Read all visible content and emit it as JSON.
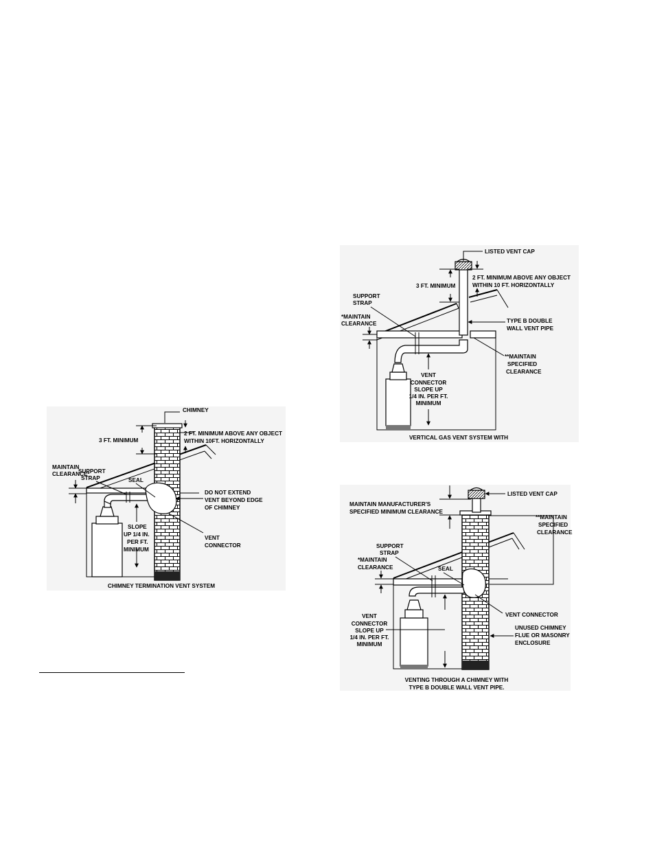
{
  "figure1": {
    "chimney": "CHIMNEY",
    "three_ft": "3 FT. MINIMUM",
    "two_ft_line1": "2 FT. MINIMUM ABOVE ANY OBJECT",
    "two_ft_line2": "WITHIN 10FT. HORIZONTALLY",
    "support_strap_1": "SUPPORT",
    "support_strap_2": "STRAP",
    "maintain_1": "MAINTAIN",
    "maintain_2": "CLEARANCE*",
    "seal": "SEAL",
    "do_not_1": "DO NOT EXTEND",
    "do_not_2": "VENT BEYOND EDGE",
    "do_not_3": "OF CHIMNEY",
    "slope_1": "SLOPE",
    "slope_2": "UP 1/4 IN.",
    "slope_3": "PER FT.",
    "slope_4": "MINIMUM",
    "vent_conn_1": "VENT",
    "vent_conn_2": "CONNECTOR",
    "caption": "CHIMNEY TERMINATION VENT SYSTEM"
  },
  "figure2": {
    "vent_cap": "LISTED VENT CAP",
    "two_ft_line1": "2 FT. MINIMUM ABOVE ANY OBJECT",
    "two_ft_line2": "WITHIN 10 FT. HORIZONTALLY",
    "three_ft": "3 FT. MINIMUM",
    "support_strap_1": "SUPPORT",
    "support_strap_2": "STRAP",
    "maintain_1": "*MAINTAIN",
    "maintain_2": "CLEARANCE",
    "type_b_1": "TYPE B DOUBLE",
    "type_b_2": "WALL VENT PIPE",
    "specified_1": "**MAINTAIN",
    "specified_2": "SPECIFIED",
    "specified_3": "CLEARANCE",
    "vent_1": "VENT",
    "vent_2": "CONNECTOR",
    "vent_3": "SLOPE UP",
    "vent_4": "1/4 IN. PER FT.",
    "vent_5": "MINIMUM",
    "caption": "VERTICAL GAS VENT SYSTEM WITH"
  },
  "figure3": {
    "vent_cap": "LISTED VENT CAP",
    "manuf_1": "MAINTAIN MANUFACTURER'S",
    "manuf_2": "SPECIFIED MINIMUM CLEARANCE",
    "specified_1": "**MAINTAIN",
    "specified_2": "SPECIFIED",
    "specified_3": "CLEARANCE",
    "support_strap_1": "SUPPORT",
    "support_strap_2": "STRAP",
    "maintain_1": "*MAINTAIN",
    "maintain_2": "CLEARANCE",
    "seal": "SEAL",
    "vent_connector": "VENT  CONNECTOR",
    "slope_1": "VENT",
    "slope_2": "CONNECTOR",
    "slope_3": "SLOPE UP",
    "slope_4": "1/4 IN. PER FT.",
    "slope_5": "MINIMUM",
    "unused_1": "UNUSED CHIMNEY",
    "unused_2": "FLUE OR MASONRY",
    "unused_3": "ENCLOSURE",
    "caption_1": "VENTING THROUGH A CHIMNEY WITH",
    "caption_2": "TYPE B DOUBLE WALL VENT PIPE."
  }
}
